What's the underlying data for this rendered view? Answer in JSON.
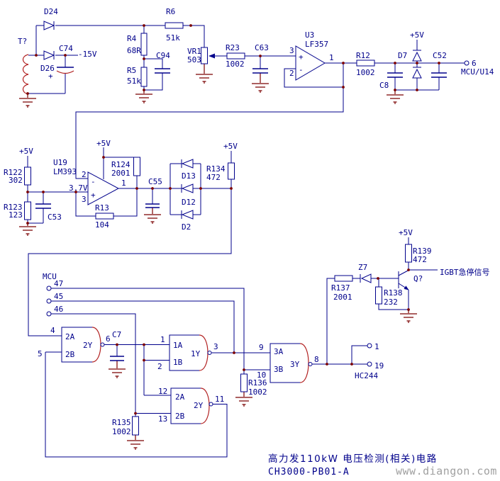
{
  "colors": {
    "wire": "#00008B",
    "accent_red": "#B22222",
    "junction": "#7B0101",
    "text": "#00008B",
    "watermark": "#A0A0A0"
  },
  "labels": {
    "d24": "D24",
    "t": "T?",
    "c74": "C74",
    "plus": "+",
    "minus": "-",
    "d26": "D26",
    "neg15v": "-15V",
    "r6": "R6",
    "r6v": "51k",
    "r4": "R4",
    "r4v": "68R",
    "c94": "C94",
    "r5": "R5",
    "r5v": "51k",
    "vr1": "VR1",
    "vr1v": "503",
    "r23": "R23",
    "r23v": "1002",
    "c63": "C63",
    "u3": "U3",
    "u3p": "LF357",
    "pin3": "3",
    "pin2": "2",
    "pin1": "1",
    "r12": "R12",
    "r12v": "1002",
    "d7": "D7",
    "p5v": "+5V",
    "c52": "C52",
    "c8": "C8",
    "out6": "6",
    "mcu_u14": "MCU/U14",
    "r122": "R122",
    "r122v": "302",
    "r123": "R123",
    "r123v": "123",
    "c53": "C53",
    "u19": "U19",
    "u19p": "LM393",
    "v37": "3.7V",
    "r124": "R124",
    "r124v": "2001",
    "r13": "R13",
    "r13v": "104",
    "c55": "C55",
    "d13": "D13",
    "d12": "D12",
    "d2": "D2",
    "r134": "R134",
    "r134v": "472",
    "mcu": "MCU",
    "p47": "47",
    "p45": "45",
    "p46": "46",
    "g1p4": "4",
    "g1p5": "5",
    "g1a": "2A",
    "g1b": "2B",
    "g1y": "2Y",
    "g1p6": "6",
    "c7": "C7",
    "g3p1": "1",
    "g3p2": "2",
    "g3a": "1A",
    "g3b": "1B",
    "g3y": "1Y",
    "g3p3": "3",
    "g2p12": "12",
    "g2p13": "13",
    "g2a": "2A",
    "g2b": "2B",
    "g2y": "2Y",
    "g2p11": "11",
    "r135": "R135",
    "r135v": "1002",
    "r136": "R136",
    "r136v": "1002",
    "g4p9": "9",
    "g4p10": "10",
    "g4a": "3A",
    "g4b": "3B",
    "g4y": "3Y",
    "g4p8": "8",
    "out1": "1",
    "out19": "19",
    "hc244": "HC244",
    "r137": "R137",
    "r137v": "2001",
    "z7": "Z7",
    "r138": "R138",
    "r138v": "232",
    "r139": "R139",
    "r139v": "472",
    "q": "Q?",
    "igbt": "IGBT急停信号"
  },
  "title_block": {
    "line1": "高力发110kW 电压检测(相关)电路",
    "line2": "CH3000-PB01-A",
    "watermark": "www.diangon.com"
  }
}
